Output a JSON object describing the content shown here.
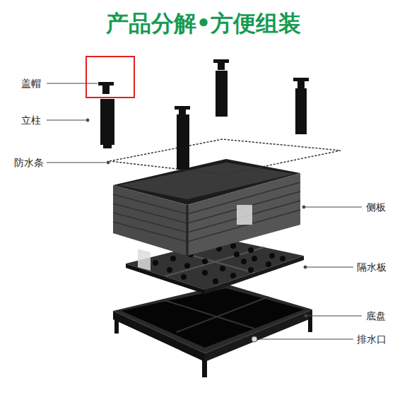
{
  "diagram": {
    "title": "产品分解•方便组装",
    "labels": [
      "盖帽",
      "立柱",
      "防水条",
      "侧板",
      "隔水板",
      "底盘",
      "排水口"
    ]
  }
}
